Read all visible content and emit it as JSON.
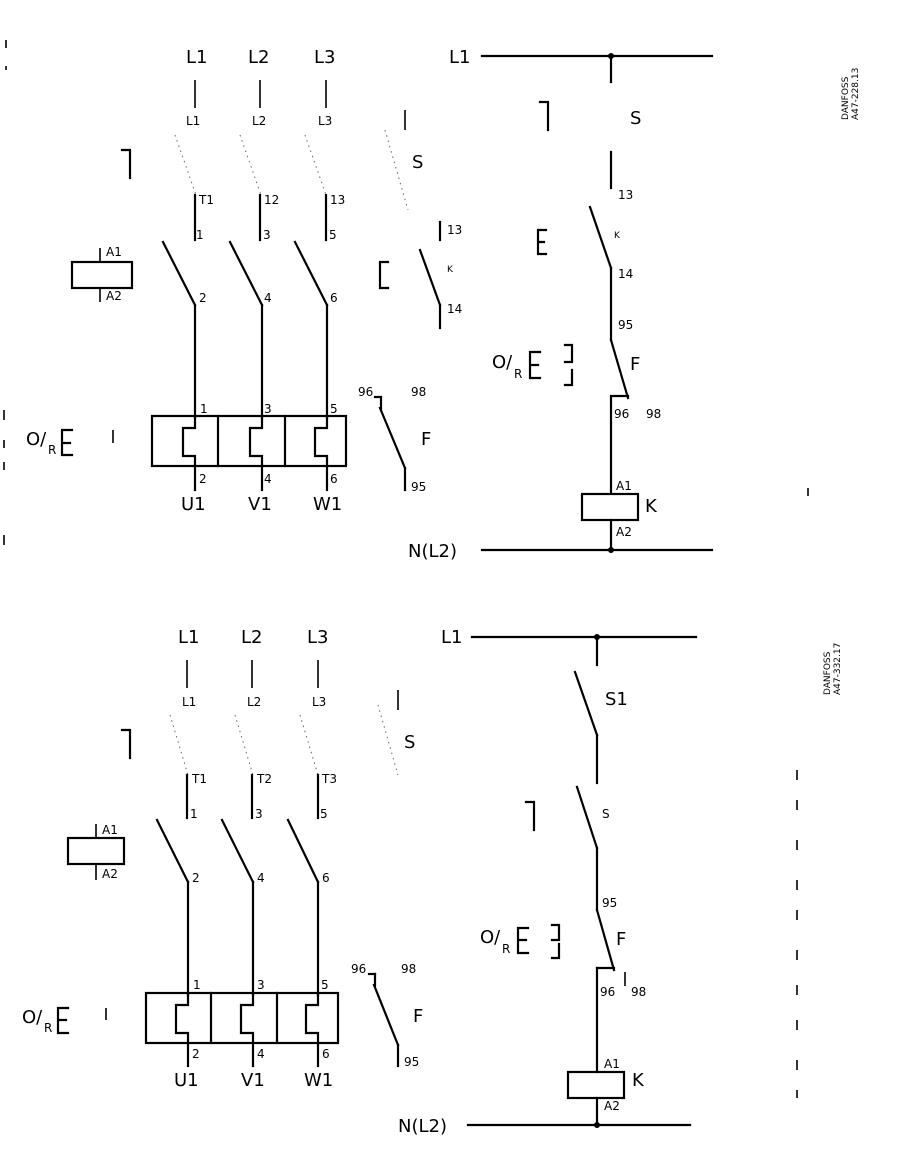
{
  "diagram_top": {
    "supply_labels": [
      "L1",
      "L2",
      "L3"
    ],
    "input_terminals": [
      "L1",
      "L2",
      "L3"
    ],
    "contactor_top_terminals": [
      "T1",
      "12",
      "13"
    ],
    "contact_terminals_in": [
      "1",
      "3",
      "5"
    ],
    "contact_terminals_out": [
      "2",
      "4",
      "6"
    ],
    "overload_terminals_in": [
      "1",
      "3",
      "5"
    ],
    "overload_terminals_out": [
      "2",
      "4",
      "6"
    ],
    "motor_labels": [
      "U1",
      "V1",
      "W1"
    ],
    "coil_terminals": [
      "A1",
      "A2"
    ],
    "switch_label": "S",
    "aux_contact": {
      "t1": "13",
      "t2": "14",
      "label": "K"
    },
    "overload_symbol": "O/R",
    "overload_contact": {
      "t96": "96",
      "t98": "98",
      "t95": "95",
      "label": "F"
    },
    "control": {
      "line": "L1",
      "neutral": "N(L2)",
      "switch": "S",
      "contact_13": "13",
      "contact_k": "K",
      "contact_14": "14",
      "t95": "95",
      "f_label": "F",
      "t96": "96",
      "t98": "98",
      "coil_a1": "A1",
      "coil_a2": "A2",
      "coil_label": "K"
    },
    "code": "DANFOSS\nA47-228.13"
  },
  "diagram_bottom": {
    "supply_labels": [
      "L1",
      "L2",
      "L3"
    ],
    "input_terminals": [
      "L1",
      "L2",
      "L3"
    ],
    "contactor_top_terminals": [
      "T1",
      "T2",
      "T3"
    ],
    "contact_terminals_in": [
      "1",
      "3",
      "5"
    ],
    "contact_terminals_out": [
      "2",
      "4",
      "6"
    ],
    "overload_terminals_in": [
      "1",
      "3",
      "5"
    ],
    "overload_terminals_out": [
      "2",
      "4",
      "6"
    ],
    "motor_labels": [
      "U1",
      "V1",
      "W1"
    ],
    "coil_terminals": [
      "A1",
      "A2"
    ],
    "switch_label": "S",
    "overload_symbol": "O/R",
    "overload_contact": {
      "t96": "96",
      "t98": "98",
      "t95": "95",
      "label": "F"
    },
    "control": {
      "line": "L1",
      "neutral": "N(L2)",
      "switch1": "S1",
      "switch": "S",
      "t95": "95",
      "f_label": "F",
      "t96": "96",
      "t98": "98",
      "coil_a1": "A1",
      "coil_a2": "A2",
      "coil_label": "K"
    },
    "code": "DANFOSS\nA47-332.17"
  }
}
